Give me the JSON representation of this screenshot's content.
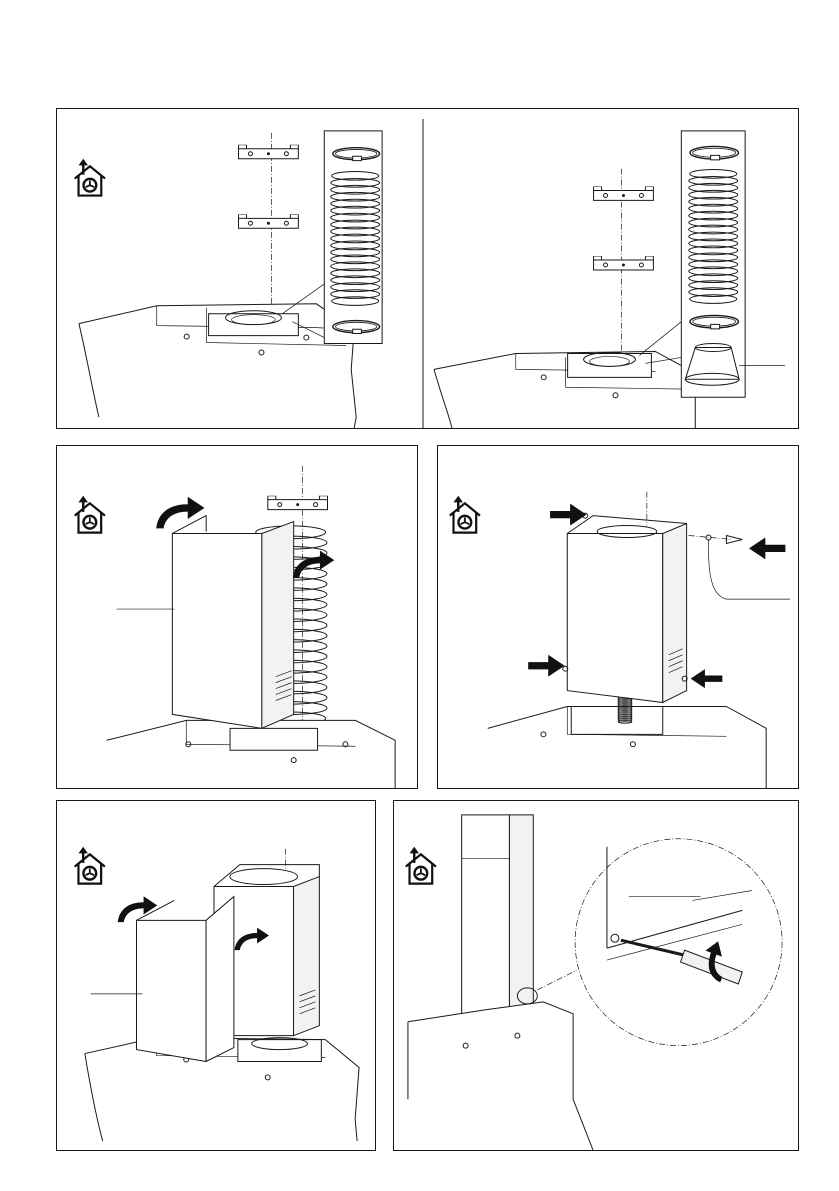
{
  "colors": {
    "line": "#1a1a1a",
    "background": "#ffffff",
    "arrow": "#111111"
  },
  "icons": {
    "ducting_mode": "house-with-fan-and-up-arrow-icon"
  },
  "steps": [
    {
      "id": "step-1",
      "icon": "house-with-fan-and-up-arrow-icon"
    },
    {
      "id": "step-2",
      "icon": "house-with-fan-and-up-arrow-icon"
    },
    {
      "id": "step-3",
      "icon": "house-with-fan-and-up-arrow-icon"
    },
    {
      "id": "step-4",
      "icon": "house-with-fan-and-up-arrow-icon"
    },
    {
      "id": "step-5",
      "icon": "house-with-fan-and-up-arrow-icon"
    },
    {
      "id": "step-6",
      "icon": "house-with-fan-and-up-arrow-icon"
    }
  ]
}
